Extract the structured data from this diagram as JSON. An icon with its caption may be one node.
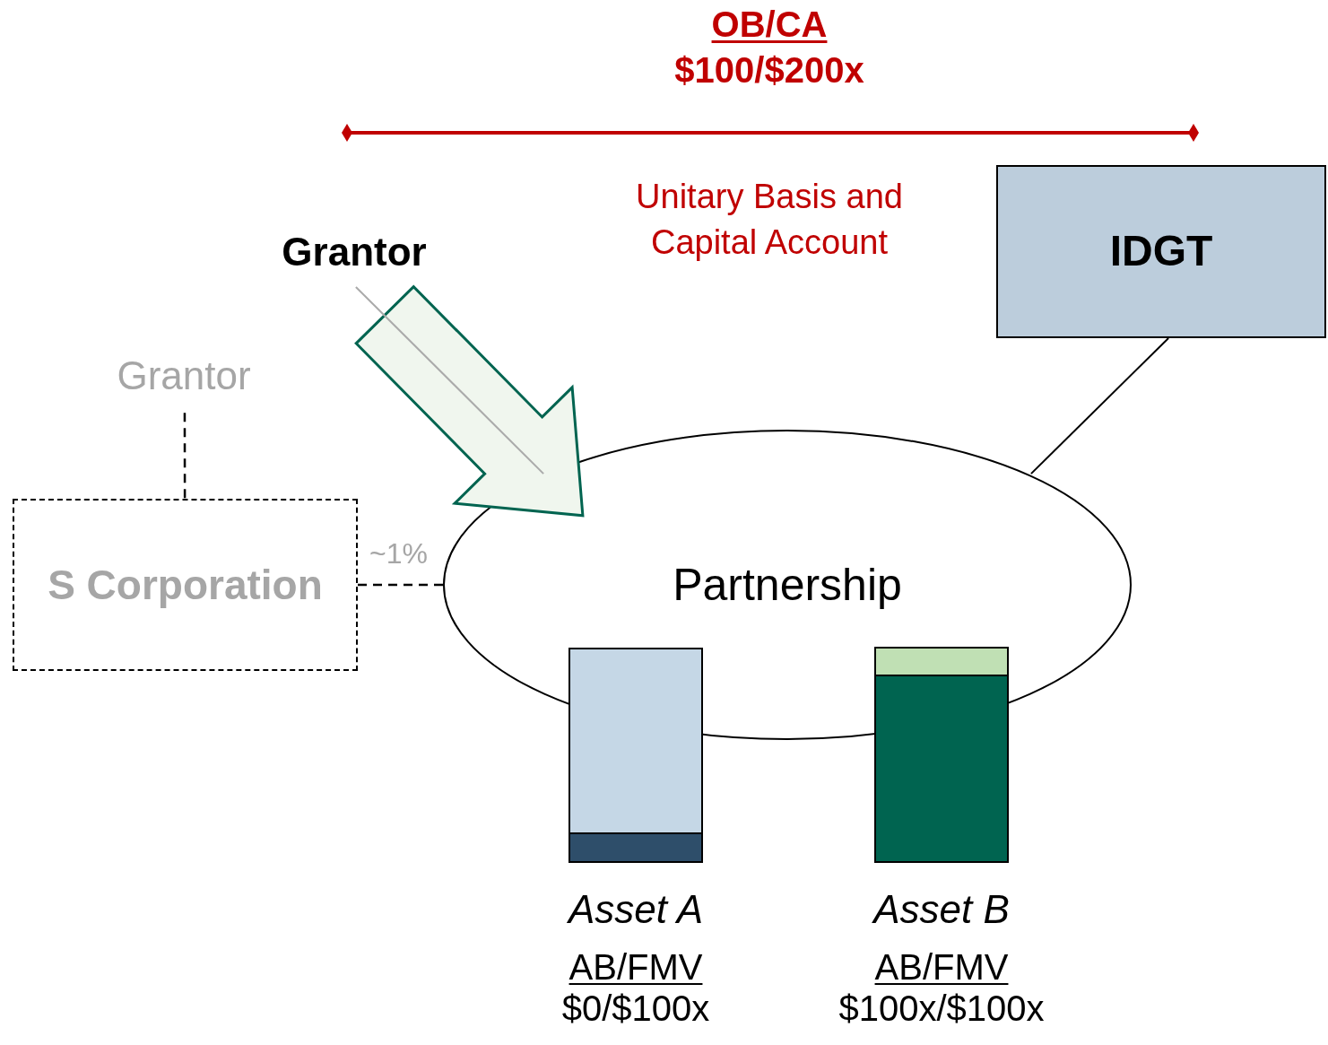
{
  "diagram": {
    "nodes": [
      {
        "text": [
          "Grantor"
        ]
      },
      {
        "text": [
          "Partnership"
        ]
      },
      {
        "text": [
          "IDGT"
        ]
      },
      {
        "text": [
          "Grantor"
        ]
      },
      {
        "text": [
          "S Corporation"
        ]
      },
      {
        "text": [],
        "shape": "bar",
        "beside": [
          "Asset A",
          "AB/FMV",
          "$0/$100x"
        ]
      },
      {
        "text": [],
        "shape": "bar",
        "beside": [
          "Asset B",
          "AB/FMV",
          "$100x/$100x"
        ]
      }
    ],
    "edges": [
      {
        "from": 0,
        "to": 1,
        "arrow": "to",
        "style": "thick",
        "color": "#006450"
      },
      {
        "from": 0,
        "to": 1,
        "arrow": "none",
        "color": "#aaaaaa"
      },
      {
        "from": 2,
        "to": 1,
        "arrow": "none"
      },
      {
        "from": 3,
        "to": 4,
        "arrow": "none",
        "style": "dashed"
      },
      {
        "from": 4,
        "to": 1,
        "arrow": "none",
        "style": "dashed",
        "label": "~1%"
      }
    ],
    "labels": [
      "OB/CA",
      "$100/$200x",
      "Unitary Basis and Capital Account"
    ]
  }
}
